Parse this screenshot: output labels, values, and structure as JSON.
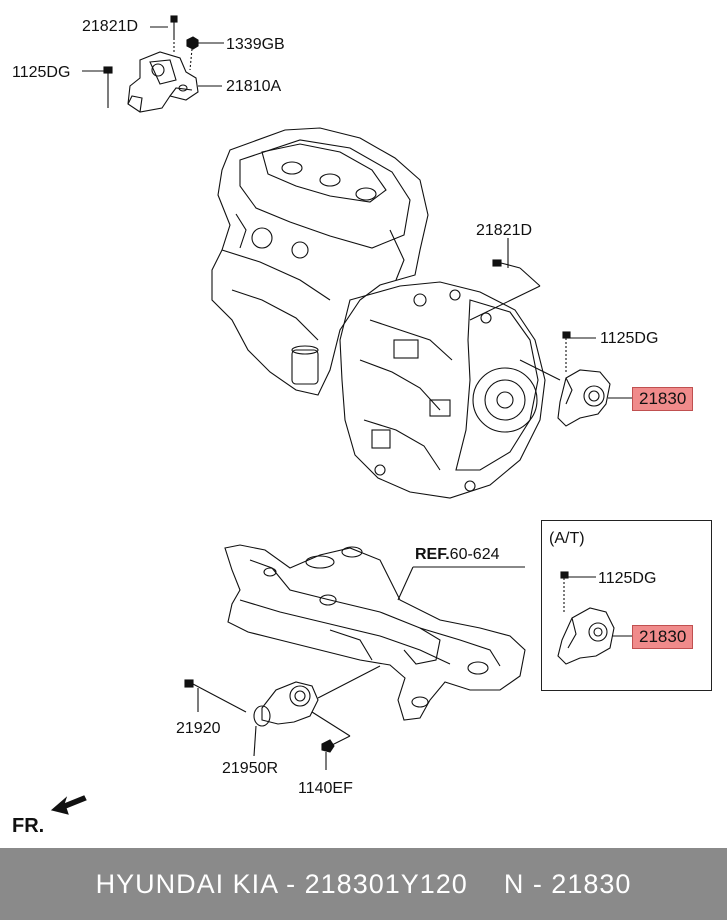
{
  "labels": {
    "top_bolt_a": "21821D",
    "top_nut": "1339GB",
    "top_bolt_b": "1125DG",
    "top_bracket": "21810A",
    "mid_bolt": "21821D",
    "mid_bolt_b": "1125DG",
    "mid_part": "21830",
    "ref": "REF.",
    "ref_num": "60-624",
    "at_title": "(A/T)",
    "at_bolt": "1125DG",
    "at_part": "21830",
    "bolt_21920": "21920",
    "mount_21950r": "21950R",
    "bolt_1140ef": "1140EF",
    "fr": "FR."
  },
  "footer": {
    "left": "HYUNDAI  KIA - 218301Y120",
    "right": "N - 21830"
  },
  "colors": {
    "highlight": "#f08b8b",
    "footer_bg": "#8a8a8a"
  }
}
